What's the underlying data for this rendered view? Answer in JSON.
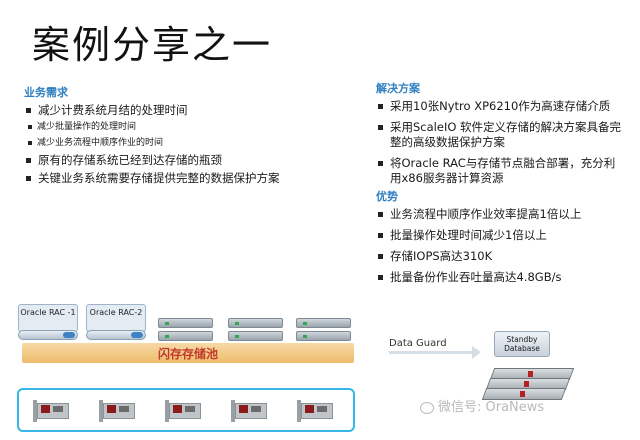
{
  "title": "案例分享之一",
  "left": {
    "heading": "业务需求",
    "items": [
      {
        "text": "减少计费系统月结的处理时间",
        "level": 1
      },
      {
        "text": "减少批量操作的处理时间",
        "level": 2
      },
      {
        "text": "减少业务流程中顺序作业的时间",
        "level": 2
      },
      {
        "text": "原有的存储系统已经到达存储的瓶颈",
        "level": 1
      },
      {
        "text": "关键业务系统需要存储提供完整的数据保护方案",
        "level": 1
      }
    ]
  },
  "right": {
    "solution_heading": "解决方案",
    "solution_items": [
      "采用10张Nytro XP6210作为高速存储介质",
      "采用ScaleIO 软件定义存储的解决方案具备完整的高级数据保护方案",
      "将Oracle RAC与存储节点融合部署，充分利用x86服务器计算资源"
    ],
    "advantage_heading": "优势",
    "advantage_items": [
      "业务流程中顺序作业效率提高1倍以上",
      "批量操作处理时间减少1倍以上",
      "存储IOPS高达310K",
      "批量备份作业吞吐量高达4.8GB/s"
    ]
  },
  "diagram": {
    "rac1": "Oracle RAC -1",
    "rac2": "Oracle RAC-2",
    "pool_label": "闪存存储池",
    "data_guard": "Data Guard",
    "standby": "Standby Database",
    "watermark": "微信号: OraNews"
  }
}
